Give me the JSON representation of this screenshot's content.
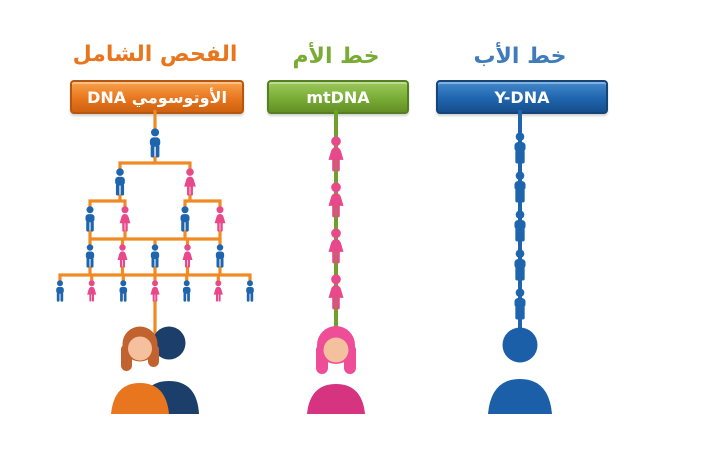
{
  "diagram": {
    "type": "dna-lineage-comparison",
    "columns": 3
  },
  "columns": {
    "autosomal": {
      "title": "الفحص الشامل",
      "banner": "الأوتوسومي DNA",
      "tree_rows": [
        1,
        2,
        4,
        5,
        7
      ],
      "result_icon": "couple-portrait"
    },
    "maternal": {
      "title": "خط الأم",
      "banner": "mtDNA",
      "chain_icon_count": 4,
      "result_icon": "woman-portrait"
    },
    "paternal": {
      "title": "خط الأب",
      "banner": "Y-DNA",
      "chain_icon_count": 5,
      "result_icon": "man-portrait"
    }
  },
  "icons": {
    "male-person-icon": "blue standing man silhouette",
    "female-person-icon": "pink standing woman in dress silhouette",
    "couple-portrait": "woman with auburn hair and orange top beside man in navy silhouette",
    "woman-portrait": "woman bust with pink hair",
    "man-portrait": "solid blue man bust silhouette"
  },
  "colors": {
    "male": "#1F65AE",
    "female": "#E8498A",
    "orange_line": "#F08A24",
    "green_line": "#6FA02C",
    "blue_line": "#1F65AE",
    "banner_orange": "#E8761E",
    "banner_green": "#79AC35",
    "banner_blue": "#1F65AE",
    "title_orange": "#E8761E",
    "title_green": "#79AC35",
    "title_blue": "#3F7CB9",
    "navy_man": "#1C3E6B",
    "skin": "#F5C09E",
    "auburn_hair": "#C2622E",
    "pink_hair": "#EE4D97",
    "magenta_bust": "#D63380",
    "orange_bust": "#E8761E",
    "portrait_blue": "#1B5FA8"
  }
}
